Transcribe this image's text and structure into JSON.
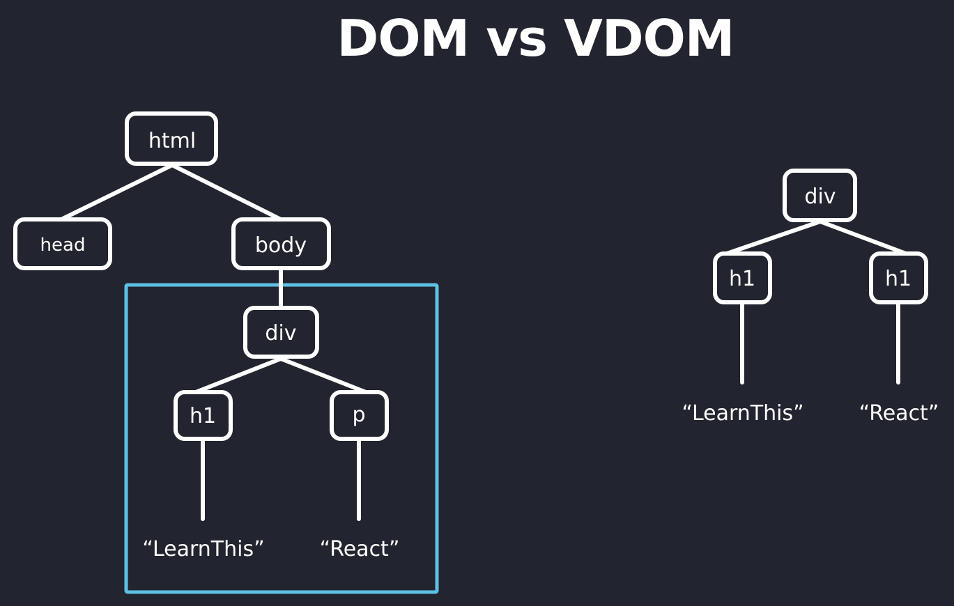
{
  "slide": {
    "title": "DOM vs VDOM",
    "colors": {
      "background": "#22252f",
      "foreground": "#ffffff",
      "highlight": "#5ec1e4"
    }
  },
  "dom_tree": {
    "nodes": {
      "html": "html",
      "head": "head",
      "body": "body",
      "div": "div",
      "h1": "h1",
      "p": "p",
      "text_h1": "“LearnThis”",
      "text_p": "“React”"
    }
  },
  "vdom_tree": {
    "nodes": {
      "div": "div",
      "h1_left": "h1",
      "h1_right": "h1",
      "text_left": "“LearnThis”",
      "text_right": "“React”"
    }
  }
}
